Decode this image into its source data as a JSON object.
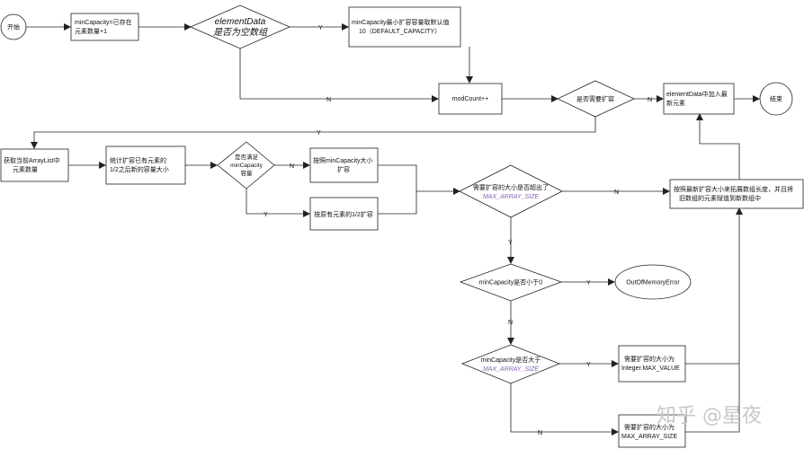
{
  "diagram": {
    "nodes": {
      "start": {
        "label": "开始"
      },
      "init_min": {
        "label": [
          "minCapacity=已存在",
          "元素数量+1"
        ]
      },
      "empty_check": {
        "label": [
          "elementData",
          "是否为空数组"
        ]
      },
      "default_cap": {
        "label": [
          "minCapacity最小扩容容量取默认值",
          "10（DEFAULT_CAPACITY）"
        ]
      },
      "modcount": {
        "label": "modCount++"
      },
      "need_grow": {
        "label": "是否需要扩容"
      },
      "add_elem": {
        "label": [
          "elementData中加入最",
          "新元素"
        ]
      },
      "end": {
        "label": "结束"
      },
      "get_size": {
        "label": [
          "获取当前ArrayList中",
          "元素数量"
        ]
      },
      "calc_new": {
        "label": [
          "统计扩容已有元素的",
          "1/2之后新的容量大小"
        ]
      },
      "satisfy_check": {
        "label": [
          "是否满足",
          "minCapacity",
          "容量"
        ]
      },
      "grow_min": {
        "label": [
          "按照minCapacity大小",
          "扩容"
        ]
      },
      "grow_half": {
        "label": "按原有元素的1/2扩容"
      },
      "exceed_check": {
        "label": [
          "需要扩容的大小是否超出了",
          "MAX_ARRAY_SIZE"
        ]
      },
      "copy_array": {
        "label": [
          "按照最新扩容大小来拓展数组长度，并且将",
          "旧数组的元素赋值到新数组中"
        ]
      },
      "lt_zero": {
        "label": "minCapacity是否小于0"
      },
      "oom": {
        "label": "OutOfMemoryError"
      },
      "gt_max": {
        "label": [
          "minCapacity是否大于",
          "MAX_ARRAY_SIZE"
        ]
      },
      "int_max": {
        "label": [
          "需要扩容的大小为",
          "Integer.MAX_VALUE"
        ]
      },
      "array_max": {
        "label": [
          "需要扩容的大小为",
          "MAX_ARRAY_SIZE"
        ]
      }
    },
    "edge_labels": {
      "yes": "Y",
      "no": "N"
    }
  },
  "watermark": "知乎 @星夜"
}
